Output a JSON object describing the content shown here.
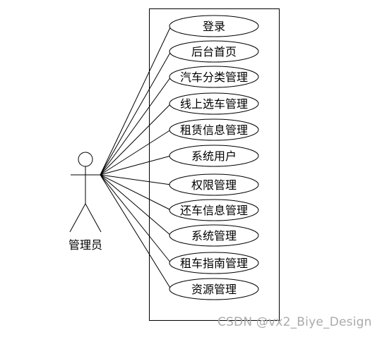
{
  "actor": {
    "label": "管理员"
  },
  "use_cases": [
    {
      "label": "登录"
    },
    {
      "label": "后台首页"
    },
    {
      "label": "汽车分类管理"
    },
    {
      "label": "线上选车管理"
    },
    {
      "label": "租赁信息管理"
    },
    {
      "label": "系统用户"
    },
    {
      "label": "权限管理"
    },
    {
      "label": "还车信息管理"
    },
    {
      "label": "系统管理"
    },
    {
      "label": "租车指南管理"
    },
    {
      "label": "资源管理"
    }
  ],
  "watermark": {
    "text": "CSDN @vx2_Biye_Design"
  }
}
